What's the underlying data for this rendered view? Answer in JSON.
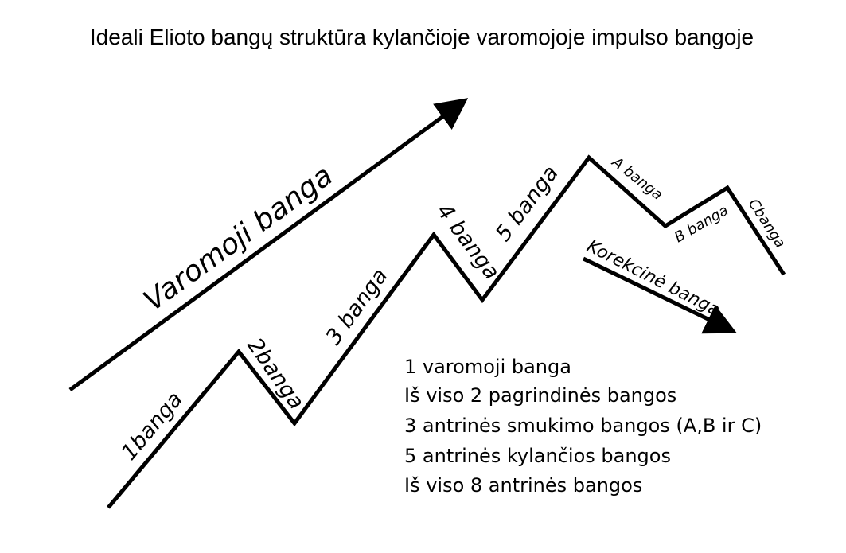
{
  "title": "Ideali Elioto bangų struktūra kylančioje varomojoje impulso bangoje",
  "impulse_arrow_label": "Varomoji banga",
  "correction_arrow_label": "Korekcinė banga",
  "wave_labels": {
    "w1": "1banga",
    "w2": "2banga",
    "w3": "3 banga",
    "w4": "4 banga",
    "w5": "5 banga",
    "wA": "A banga",
    "wB": "B banga",
    "wC": "Cbanga"
  },
  "summary": [
    "1 varomoji banga",
    "Iš viso 2 pagrindinės bangos",
    "3 antrinės smukimo bangos (A,B ir C)",
    "5 antrinės kylančios bangos",
    "Iš viso 8 antrinės bangos"
  ]
}
